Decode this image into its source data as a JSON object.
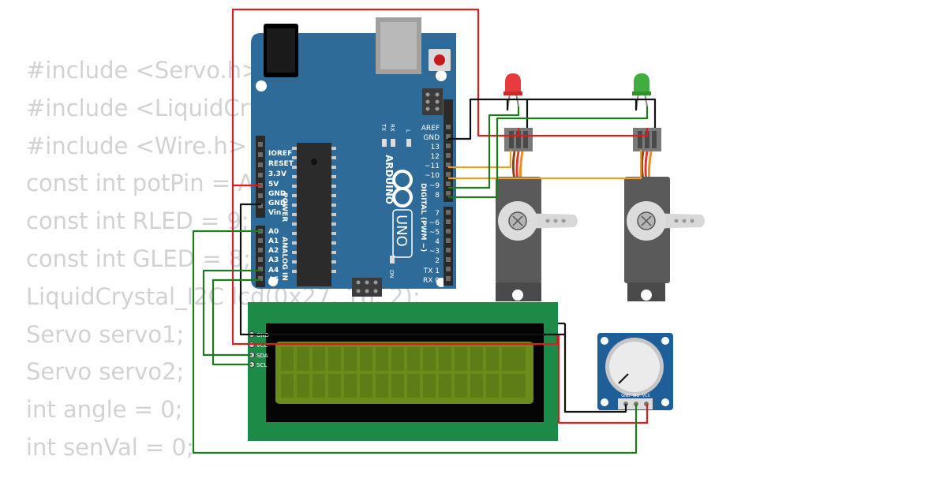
{
  "code_lines": [
    "#include <Servo.h>",
    "#include <LiquidCrystal_I2C.h>",
    "#include <Wire.h>",
    "const int potPin = A0;",
    "const int RLED = 9;",
    "const int GLED = 8;",
    "LiquidCrystal_I2C lcd(0x27, 16, 2);",
    "Servo servo1;",
    "Servo servo2;",
    "int angle = 0;",
    "int senVal = 0;"
  ],
  "arduino": {
    "brand": "ARDUINO",
    "model": "UNO",
    "power_header_title": "POWER",
    "analog_header_title": "ANALOG IN",
    "digital_header_title": "DIGITAL (PWM ~)",
    "power_pins": [
      "IOREF",
      "RESET",
      "3.3V",
      "5V",
      "GND",
      "GND",
      "Vin"
    ],
    "analog_pins": [
      "A0",
      "A1",
      "A2",
      "A3",
      "A4",
      "A5"
    ],
    "digital_top_pins": [
      "AREF",
      "GND",
      "13",
      "12",
      "~11",
      "~10",
      "~9",
      "8"
    ],
    "digital_bottom_pins": [
      "7",
      "~6",
      "~5",
      "4",
      "~3",
      "2",
      "TX 1",
      "RX 0"
    ],
    "tx_label": "TX",
    "rx_label": "RX",
    "l_label": "L",
    "on_label": "ON"
  },
  "lcd": {
    "pins": [
      "GND",
      "VCC",
      "SDA",
      "SCL"
    ]
  },
  "potentiometer": {
    "pins": [
      "GND",
      "SIG",
      "VCC"
    ]
  },
  "colors": {
    "board_blue": "#2f6b99",
    "wire_red": "#d81e1e",
    "wire_black": "#111111",
    "wire_green": "#1d7a1d",
    "wire_orange": "#f0a020",
    "led_red": "#e83c3c",
    "led_green": "#3fae3f",
    "lcd_green": "#1d8a47",
    "lcd_screen": "#6b8c1a",
    "pot_blue": "#1f5f99",
    "servo_gray": "#5a5a5a"
  }
}
